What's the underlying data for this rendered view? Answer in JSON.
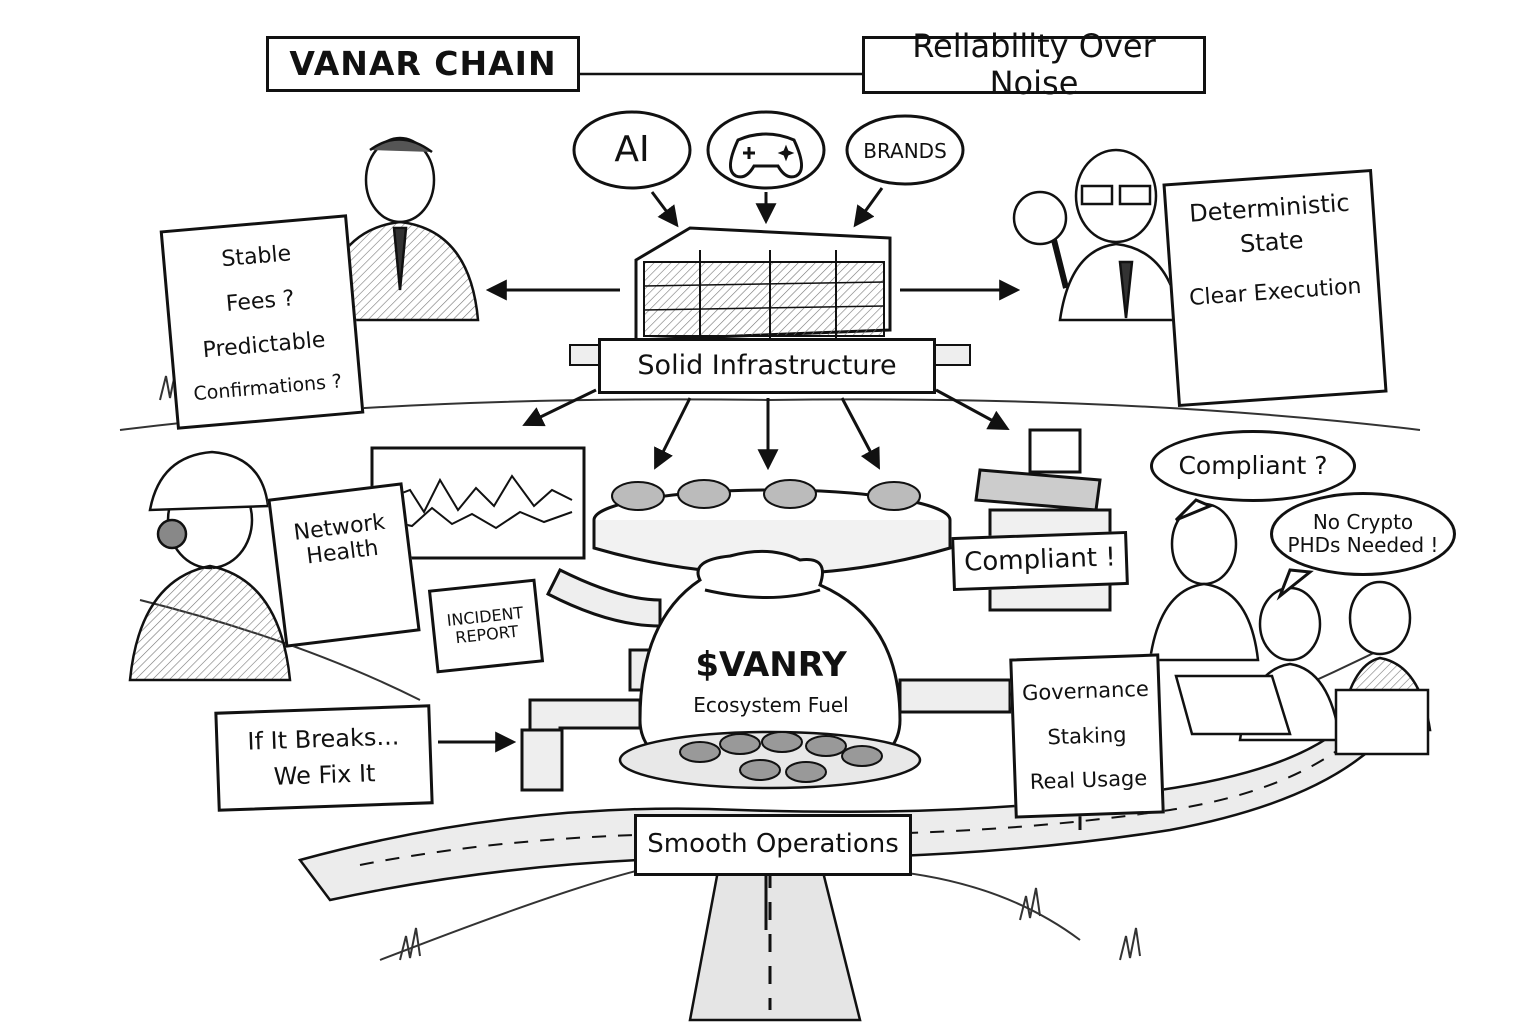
{
  "header": {
    "title": "VANAR CHAIN",
    "tagline": "Reliability Over Noise"
  },
  "inputs": {
    "ai": "AI",
    "gaming_icon": "gamepad-icon",
    "brands": "BRANDS"
  },
  "center": {
    "infrastructure": "Solid Infrastructure"
  },
  "users_clipboard": {
    "line1": "Stable",
    "line2": "Fees ?",
    "line3": "Predictable",
    "line4": "Confirmations ?"
  },
  "inspector_doc": {
    "line1": "Deterministic",
    "line2": "State",
    "line3": "Clear Execution"
  },
  "operator": {
    "clipboard_line1": "Network",
    "clipboard_line2": "Health",
    "incident_line1": "INCIDENT",
    "incident_line2": "REPORT"
  },
  "compliance": {
    "stamp": "Compliant !",
    "question": "Compliant ?",
    "no_phd_line1": "No Crypto",
    "no_phd_line2": "PHDs Needed !"
  },
  "token": {
    "symbol": "$VANRY",
    "caption": "Ecosystem Fuel"
  },
  "utility_sign": {
    "line1": "Governance",
    "line2": "Staking",
    "line3": "Real Usage"
  },
  "support_sign": {
    "line1": "If It Breaks...",
    "line2": "We Fix It"
  },
  "footer_sign": {
    "label": "Smooth Operations"
  },
  "colors": {
    "ink": "#111111",
    "paper": "#ffffff",
    "shade": "#d9d9d9"
  }
}
